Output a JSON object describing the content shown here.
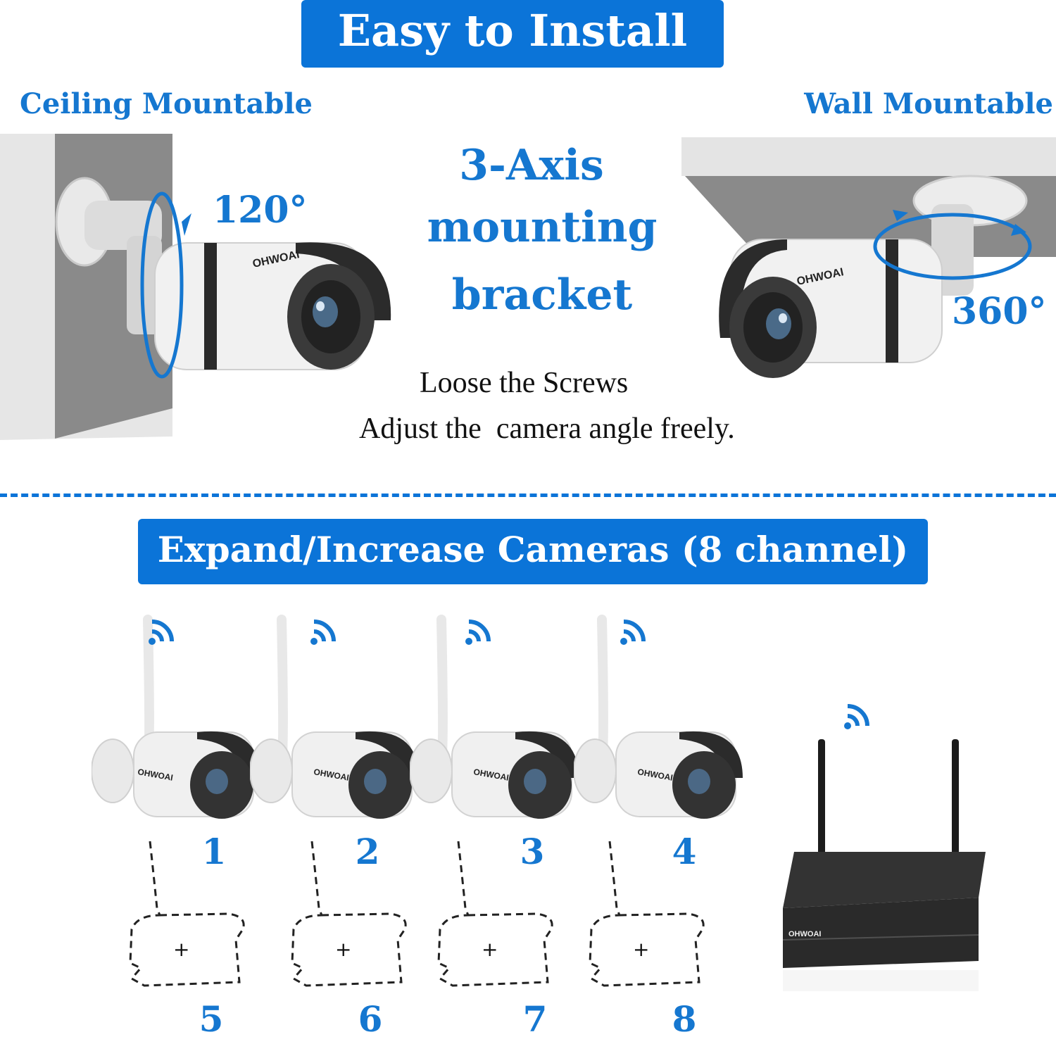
{
  "top_banner": "Easy to Install",
  "ceiling_label": "Ceiling Mountable",
  "wall_label": "Wall Mountable",
  "bracket_title_line1": "3-Axis",
  "bracket_title_line2": "mounting",
  "bracket_title_line3": "bracket",
  "angle_left": "120°",
  "angle_right": "360°",
  "instruction_line1": "Loose the Screws",
  "instruction_line2": "Adjust the  camera angle freely.",
  "brand": "OHWOAI",
  "bottom_banner": "Expand/Increase Cameras (8 channel)",
  "camera_numbers": [
    "1",
    "2",
    "3",
    "4"
  ],
  "slot_numbers": [
    "5",
    "6",
    "7",
    "8"
  ],
  "add_symbol": "+",
  "colors": {
    "accent": "#0b74d8",
    "text_blue": "#1577d0"
  }
}
